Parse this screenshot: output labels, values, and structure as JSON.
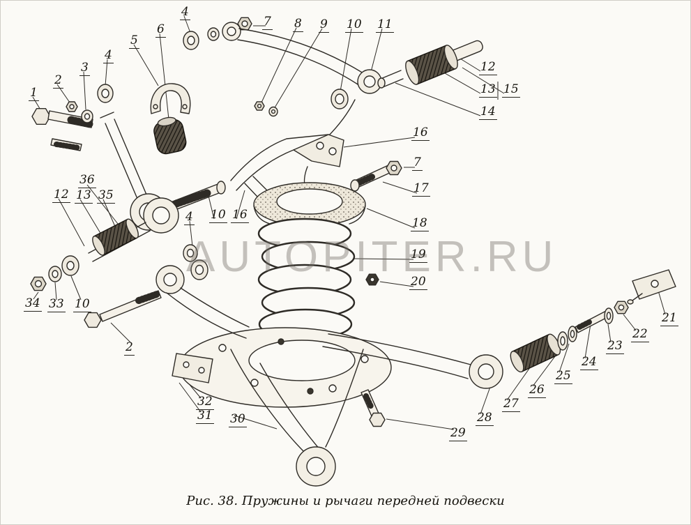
{
  "figure": {
    "caption": "Рис. 38. Пружины и рычаги передней подвески",
    "watermark": "AUTOPITER.RU"
  },
  "callouts": [
    {
      "label": "4"
    },
    {
      "label": "7"
    },
    {
      "label": "8"
    },
    {
      "label": "9"
    },
    {
      "label": "10"
    },
    {
      "label": "11"
    },
    {
      "label": "6"
    },
    {
      "label": "5"
    },
    {
      "label": "4"
    },
    {
      "label": "3"
    },
    {
      "label": "2"
    },
    {
      "label": "1"
    },
    {
      "label": "12"
    },
    {
      "label": "13"
    },
    {
      "label": "15"
    },
    {
      "label": "14"
    },
    {
      "label": "16"
    },
    {
      "label": "7"
    },
    {
      "label": "17"
    },
    {
      "label": "18"
    },
    {
      "label": "19"
    },
    {
      "label": "20"
    },
    {
      "label": "36"
    },
    {
      "label": "12"
    },
    {
      "label": "13"
    },
    {
      "label": "35"
    },
    {
      "label": "4"
    },
    {
      "label": "10"
    },
    {
      "label": "16"
    },
    {
      "label": "34"
    },
    {
      "label": "33"
    },
    {
      "label": "10"
    },
    {
      "label": "2"
    },
    {
      "label": "21"
    },
    {
      "label": "22"
    },
    {
      "label": "23"
    },
    {
      "label": "24"
    },
    {
      "label": "25"
    },
    {
      "label": "26"
    },
    {
      "label": "27"
    },
    {
      "label": "28"
    },
    {
      "label": "29"
    },
    {
      "label": "32"
    },
    {
      "label": "31"
    },
    {
      "label": "30"
    }
  ]
}
